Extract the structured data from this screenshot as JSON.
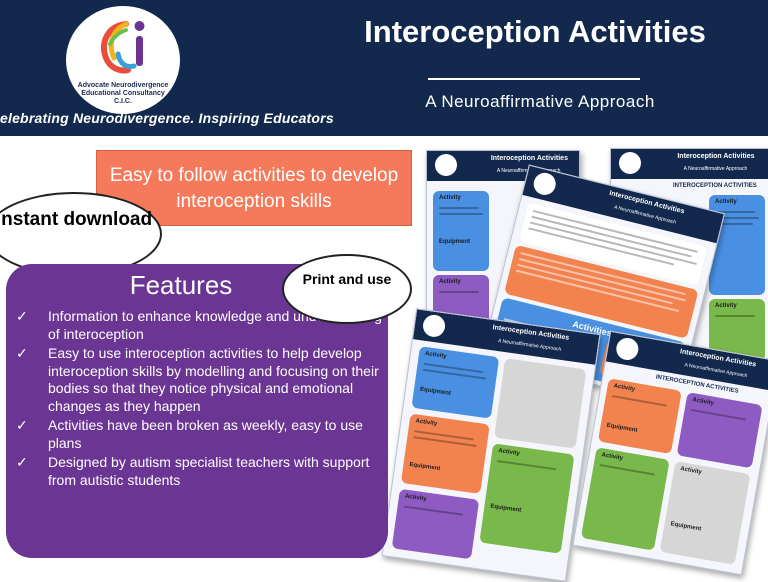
{
  "header": {
    "logo_line1": "Advocate Neurodivergence",
    "logo_line2": "Educational Consultancy C.I.C.",
    "tagline": "elebrating Neurodivergence. Inspiring Educators",
    "title": "Interoception Activities",
    "subtitle": "A Neuroaffirmative Approach"
  },
  "callout": "Easy to follow activities to develop interoception skills",
  "bubbles": {
    "instant": "Instant download",
    "print": "Print and use"
  },
  "features": {
    "title": "Features",
    "items": [
      "Information to enhance knowledge and understanding of  interoception",
      "Easy to use interoception activities to help develop interoception skills by modelling and focusing on their bodies so that they notice physical and emotional changes as they happen",
      "Activities have been broken as weekly, easy to use plans",
      "Designed by autism specialist teachers with support from autistic students"
    ]
  },
  "docs": {
    "title": "Interoception Activities",
    "subtitle": "A Neuroaffirmative Approach",
    "section": "INTEROCEPTION ACTIVITIES",
    "activities_heading": "Activities",
    "activity": "Activity",
    "equipment": "Equipment"
  },
  "colors": {
    "navy": "#12294d",
    "orange": "#f47a5b",
    "purple": "#6b3593",
    "card_blue": "#4a90e2",
    "card_purple": "#8e5bc2",
    "card_orange": "#f2834f",
    "card_green": "#79b84a",
    "card_gray": "#d6d6d6"
  },
  "icons": [
    "check-icon",
    "logo-icon"
  ]
}
